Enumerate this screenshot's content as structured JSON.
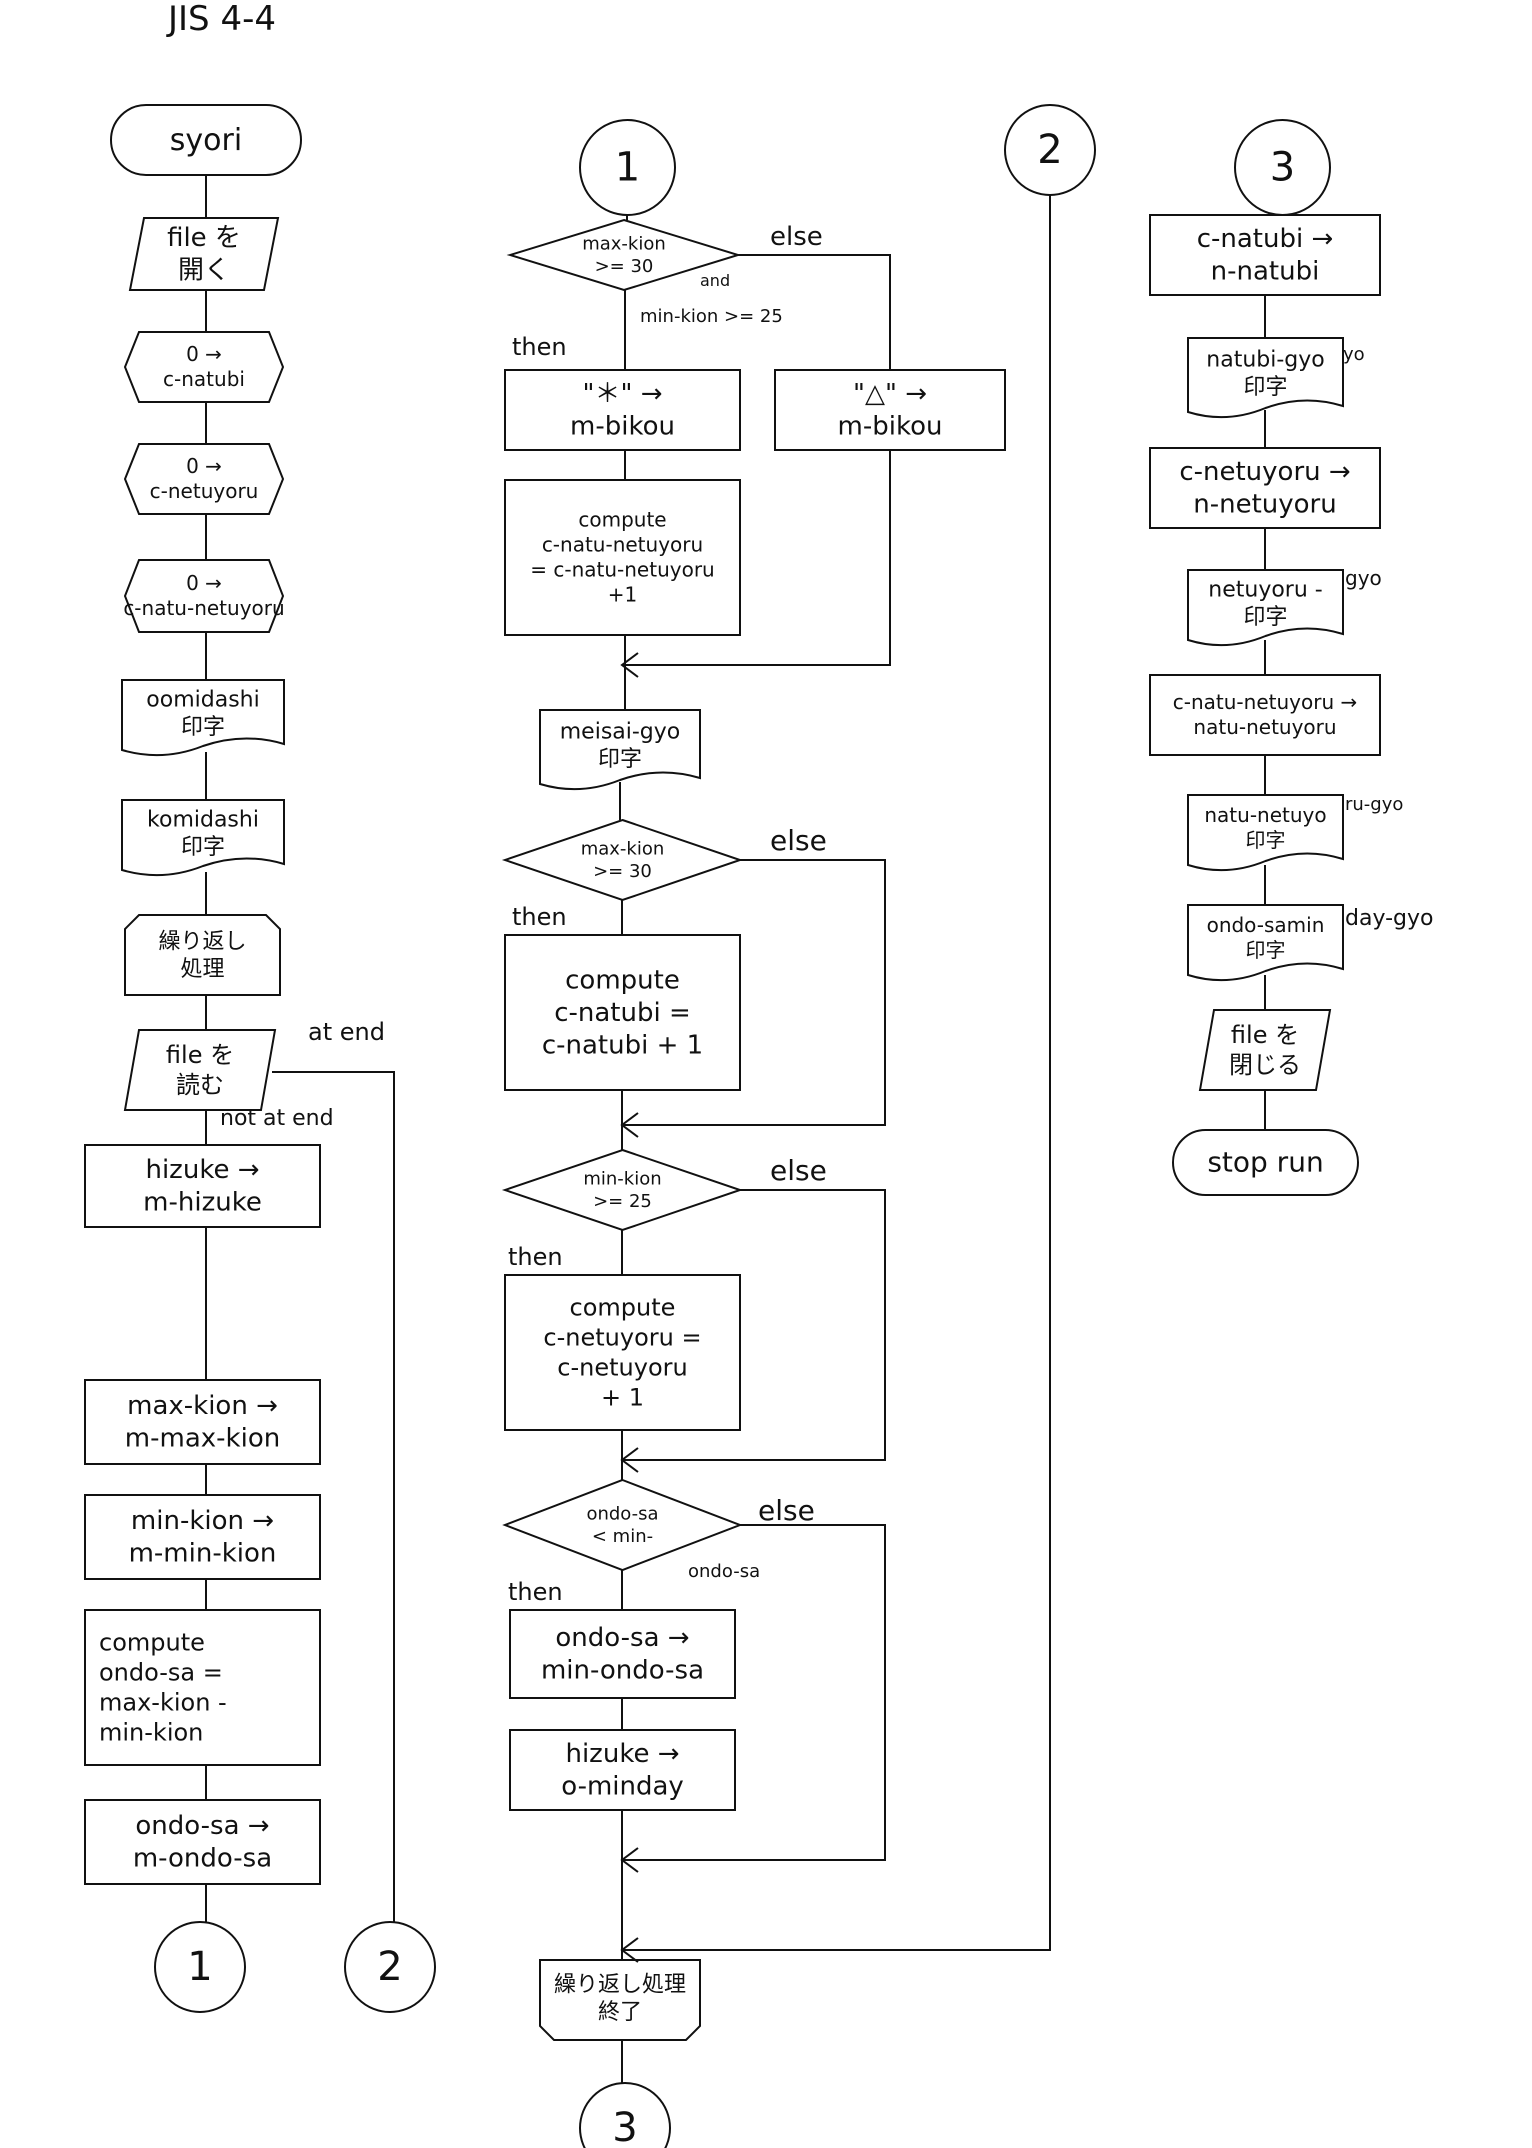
{
  "page_title": "JIS 4-4",
  "nodes": {
    "start": [
      "syori"
    ],
    "open_file": [
      "file を",
      "開く"
    ],
    "init_natubi": [
      "0 →",
      "c-natubi"
    ],
    "init_netuyoru": [
      "0 →",
      "c-netuyoru"
    ],
    "init_natu_netuyoru": [
      "0 →",
      "c-natu-netuyoru"
    ],
    "print_oomidashi": [
      "oomidashi",
      "印字"
    ],
    "print_komidashi": [
      "komidashi",
      "印字"
    ],
    "loop_start": [
      "繰り返し",
      "処理"
    ],
    "read_file": [
      "file を",
      "読む"
    ],
    "move_hizuke": [
      "hizuke →",
      "m-hizuke"
    ],
    "move_max_kion": [
      "max-kion →",
      "m-max-kion"
    ],
    "move_min_kion": [
      "min-kion →",
      "m-min-kion"
    ],
    "compute_ondo_sa": [
      "compute",
      "ondo-sa =",
      "max-kion -",
      "min-kion"
    ],
    "move_ondo_sa": [
      "ondo-sa →",
      "m-ondo-sa"
    ],
    "conn1_bottom": [
      "1"
    ],
    "conn2_bottom": [
      "2"
    ],
    "conn1_top": [
      "1"
    ],
    "conn2_top": [
      "2"
    ],
    "cond_natu_netuyoru": [
      "max-kion",
      ">= 30"
    ],
    "star_bikou": [
      "\"＊\" →",
      "m-bikou"
    ],
    "tri_bikou": [
      "\"△\" →",
      "m-bikou"
    ],
    "compute_natu_netuyoru": [
      "compute",
      "c-natu-netuyoru",
      "= c-natu-netuyoru",
      "+1"
    ],
    "print_meisai": [
      "meisai-gyo",
      "印字"
    ],
    "cond_max": [
      "max-kion",
      ">= 30"
    ],
    "compute_natubi": [
      "compute",
      "c-natubi =",
      "c-natubi + 1"
    ],
    "cond_min": [
      "min-kion",
      ">= 25"
    ],
    "compute_netuyoru": [
      "compute",
      "c-netuyoru =",
      "c-netuyoru",
      "+ 1"
    ],
    "cond_ondo": [
      "ondo-sa",
      "< min-"
    ],
    "move_min_ondo": [
      "ondo-sa →",
      "min-ondo-sa"
    ],
    "move_minday": [
      "hizuke →",
      "o-minday"
    ],
    "loop_end": [
      "繰り返し処理",
      "終了"
    ],
    "conn3_bottom": [
      "3"
    ],
    "conn3_top": [
      "3"
    ],
    "move_n_natubi": [
      "c-natubi →",
      "n-natubi"
    ],
    "print_natubi": [
      "natubi-gyo",
      "印字"
    ],
    "move_n_netuyoru": [
      "c-netuyoru →",
      "n-netuyoru"
    ],
    "print_netuyoru": [
      "netuyoru -",
      "印字"
    ],
    "move_natu_netuyoru": [
      "c-natu-netuyoru →",
      "natu-netuyoru"
    ],
    "print_natu_netuyoru": [
      "natu-netuyo",
      "印字"
    ],
    "print_ondo": [
      "ondo-samin",
      "印字"
    ],
    "close_file": [
      "file を",
      "閉じる"
    ],
    "stop": [
      "stop run"
    ]
  },
  "labels": {
    "at_end": "at end",
    "not_at_end": "not at end",
    "else_1": "else",
    "and_cond": "and",
    "min_kion_cond": "min-kion >= 25",
    "then_1": "then",
    "else_2": "else",
    "then_2": "then",
    "else_3": "else",
    "then_3": "then",
    "else_4": "else",
    "ondo_sa_suffix": "ondo-sa",
    "then_4": "then",
    "gyo_netuyoru": "gyo",
    "gyo_natu_netuyoru": "ru-gyo",
    "gyo_ondo": "day-gyo",
    "natubi_suffix": "yo"
  }
}
